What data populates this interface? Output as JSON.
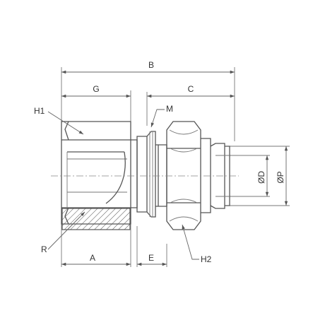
{
  "diagram": {
    "labels": {
      "B": "B",
      "G": "G",
      "C": "C",
      "H1": "H1",
      "M": "M",
      "R": "R",
      "A": "A",
      "E": "E",
      "H2": "H2",
      "OD": "ØD",
      "OP": "ØP"
    },
    "colors": {
      "line": "#555555",
      "hatch": "#555555",
      "text": "#333333"
    }
  }
}
